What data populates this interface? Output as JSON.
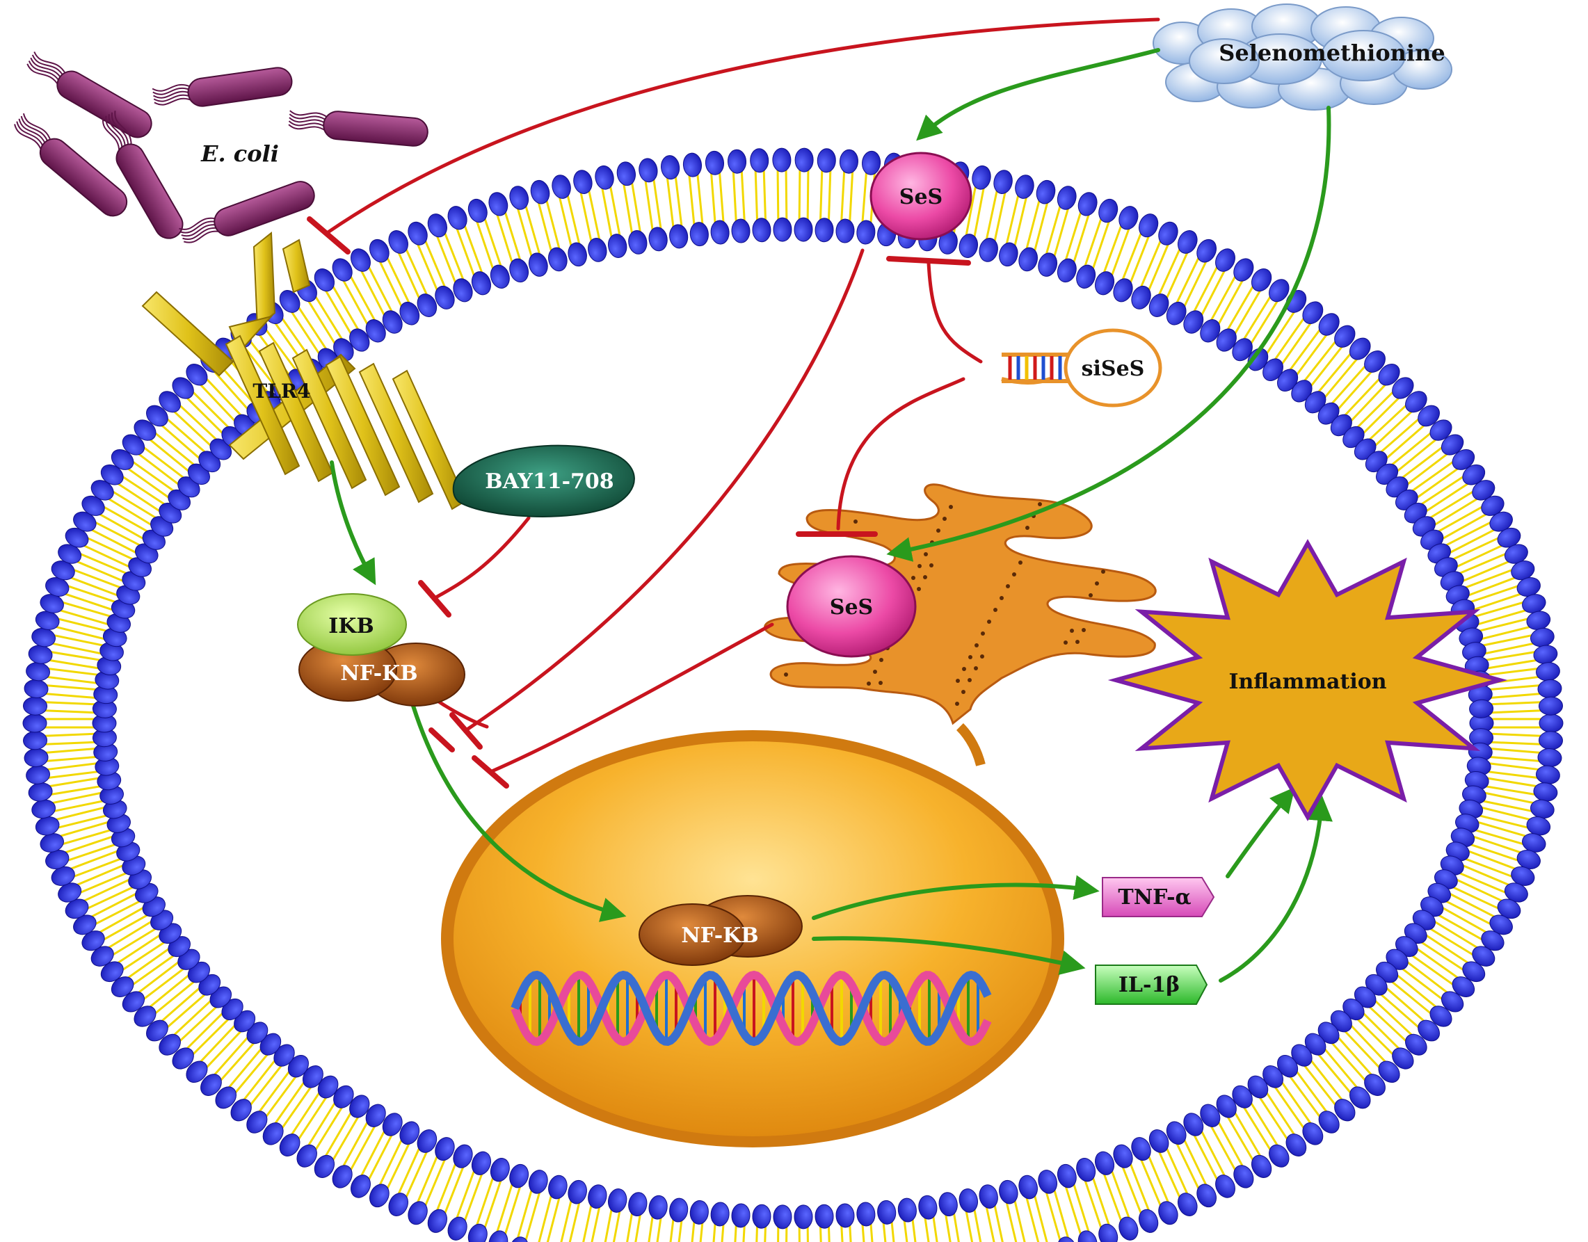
{
  "labels": {
    "selenomethionine": "Selenomethionine",
    "ecoli": "E. coli",
    "ses_membrane": "SeS",
    "ses_er": "SeS",
    "sises": "siSeS",
    "tlr4": "TLR4",
    "bay": "BAY11-708",
    "ikb": "IKB",
    "nfkb_cyto": "NF-KB",
    "nfkb_nuc": "NF-KB",
    "tnf": "TNF-α",
    "il1b": "IL-1β",
    "inflammation": "Inflammation"
  },
  "colors": {
    "activation": "#2a9a1c",
    "inhibition": "#c8141e",
    "membrane_head": "#1f21c8",
    "membrane_tail": "#f2d800",
    "nucleus": "#f2a618",
    "er": "#e8922a",
    "ses": "#e8409a",
    "bacteria": "#8a2a6a",
    "tlr4": "#e0c21a",
    "bay": "#1f6e52",
    "ikb": "#b4e05a",
    "nfkb": "#a85016",
    "tnf": "#f070d0",
    "il1b": "#4ed64a",
    "inflammation_fill": "#e8a818",
    "inflammation_border": "#7a1ea8",
    "cloud": "#a8c4ec"
  }
}
